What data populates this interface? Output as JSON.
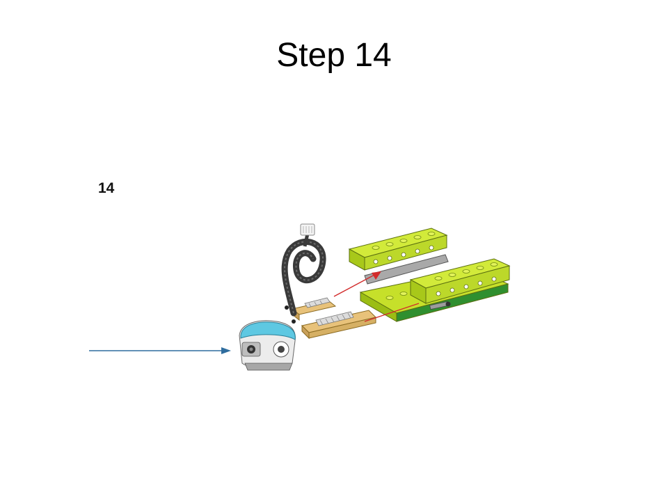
{
  "slide": {
    "title": "Step 14",
    "step_label": "14"
  },
  "colors": {
    "lime": "#c6e02a",
    "lime_dark": "#8fae12",
    "sensor_blue": "#5ec8e2",
    "tan": "#e8c27a",
    "rack_gray": "#dcdcdc",
    "cable": "#3a3a3a",
    "arrow_blue": "#2f6d9e",
    "arrow_red": "#d22b2b"
  },
  "illustration": {
    "parts": [
      "motion-sensor",
      "cable",
      "gear-rack",
      "lime-frame",
      "axle-peg"
    ]
  }
}
